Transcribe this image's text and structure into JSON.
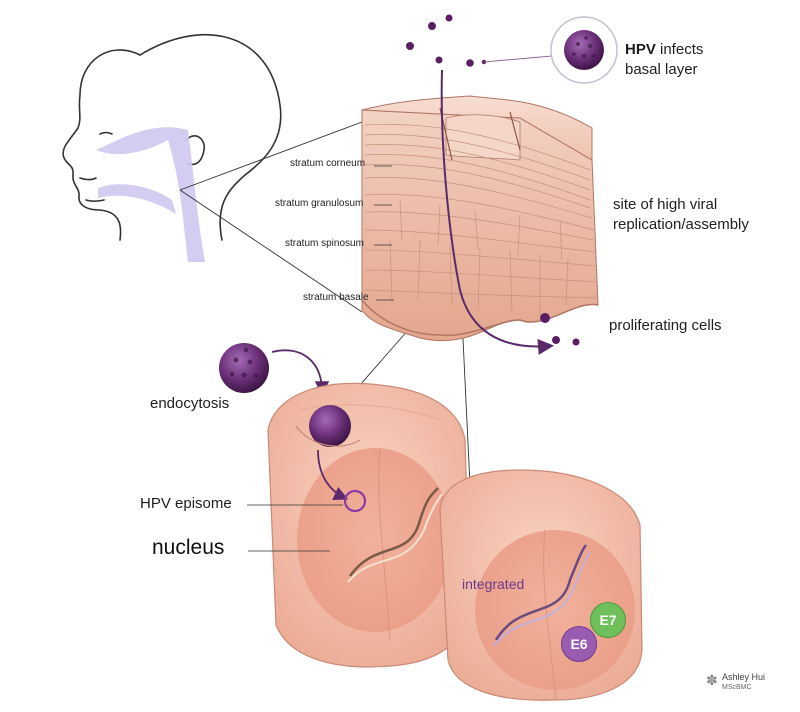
{
  "labels": {
    "hpv_bold": "HPV",
    "hpv_infects": " infects",
    "basal_layer": "basal layer",
    "stratum_corneum": "stratum corneum",
    "stratum_granulosum": "stratum granulosum",
    "stratum_spinosum": "stratum spinosum",
    "stratum_basale": "stratum basale",
    "site_line1": "site of high viral",
    "site_line2": "replication/assembly",
    "proliferating": "proliferating cells",
    "endocytosis": "endocytosis",
    "episome": "HPV episome",
    "nucleus": "nucleus",
    "integrated": "integrated",
    "e7": "E7",
    "e6": "E6"
  },
  "signature": {
    "name": "Ashley Hui",
    "credential": "MScBMC"
  },
  "colors": {
    "virus": "#6b2f78",
    "virus_dark": "#3e1646",
    "skin": "#f2c6b2",
    "skin_dark": "#d59a86",
    "cell": "#f6c3ad",
    "nucleus": "#eda691",
    "e7": "#6fbf5a",
    "e6": "#9a5cb0",
    "arrow": "#5a2a6b"
  }
}
